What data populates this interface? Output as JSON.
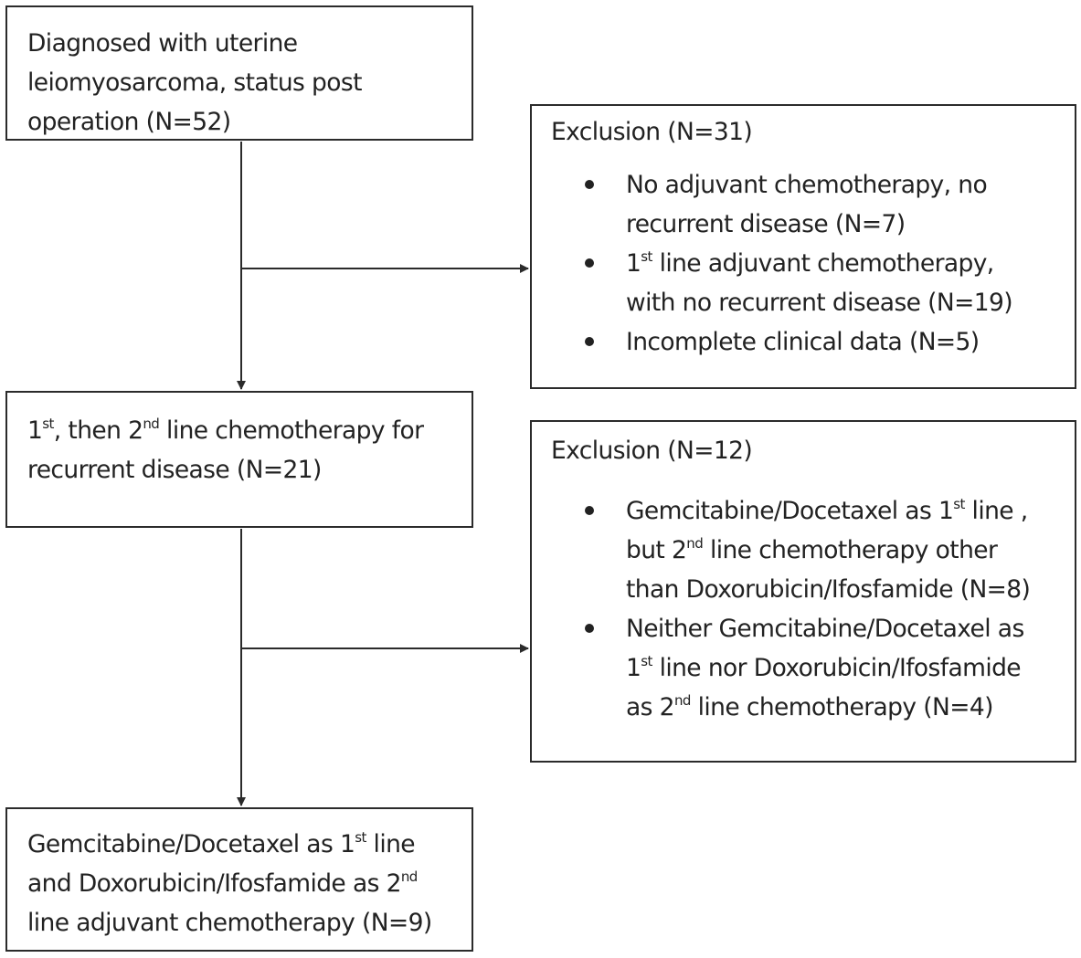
{
  "boxes": {
    "step1": {
      "lines": [
        [
          "Diagnosed with uterine"
        ],
        [
          "leiomyosarcoma, status post"
        ],
        [
          "operation (N=52)"
        ]
      ]
    },
    "step2": {
      "lines": [
        [
          "1",
          {
            "sup": "st"
          },
          ", then 2",
          {
            "sup": "nd"
          },
          " line chemotherapy for"
        ],
        [
          "recurrent disease (N=21)"
        ]
      ]
    },
    "step3": {
      "lines": [
        [
          "Gemcitabine/Docetaxel as 1",
          {
            "sup": "st"
          },
          " line"
        ],
        [
          "and Doxorubicin/Ifosfamide as 2",
          {
            "sup": "nd"
          }
        ],
        [
          "line adjuvant chemotherapy (N=9)"
        ]
      ]
    }
  },
  "exclusions": {
    "excl1": {
      "title": "Exclusion (N=31)",
      "items": [
        [
          [
            "No adjuvant chemotherapy,  no"
          ],
          [
            "recurrent disease (N=7)"
          ]
        ],
        [
          [
            "1",
            {
              "sup": "st"
            },
            " line adjuvant chemotherapy,"
          ],
          [
            "with no recurrent disease (N=19)"
          ]
        ],
        [
          [
            "Incomplete clinical data (N=5)"
          ]
        ]
      ]
    },
    "excl2": {
      "title": "Exclusion (N=12)",
      "items": [
        [
          [
            "Gemcitabine/Docetaxel as 1",
            {
              "sup": "st"
            },
            " line ,"
          ],
          [
            "but 2",
            {
              "sup": "nd"
            },
            " line chemotherapy other"
          ],
          [
            "than Doxorubicin/Ifosfamide (N=8)"
          ]
        ],
        [
          [
            "Neither Gemcitabine/Docetaxel as"
          ],
          [
            "1",
            {
              "sup": "st"
            },
            " line nor Doxorubicin/Ifosfamide"
          ],
          [
            "as 2",
            {
              "sup": "nd"
            },
            " line chemotherapy (N=4)"
          ]
        ]
      ]
    }
  }
}
